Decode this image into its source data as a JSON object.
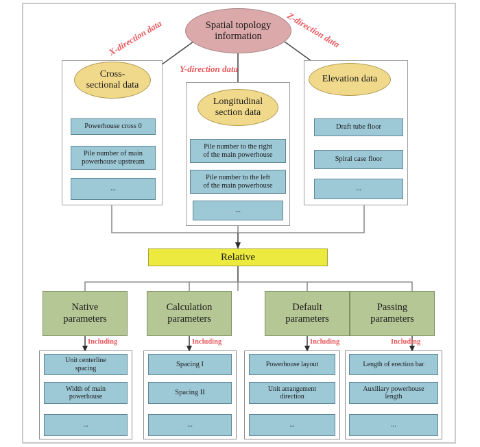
{
  "diagram": {
    "root": {
      "label": "Spatial topology\ninformation"
    },
    "edge_labels": {
      "x": "X-direction data",
      "y": "Y-direction data",
      "z": "Z-direction data",
      "including": "Including"
    },
    "relative": {
      "label": "Relative"
    },
    "columns": [
      {
        "title": "Cross-\nsectional data",
        "items": [
          "Powerhouse  cross 0",
          "Pile number  of  main\npowerhouse upstream",
          "..."
        ]
      },
      {
        "title": "Longitudinal\nsection data",
        "items": [
          "Pile number to the right\nof the main powerhouse",
          "Pile number to the left\nof the main powerhouse",
          "..."
        ]
      },
      {
        "title": "Elevation data",
        "items": [
          "Draft tube floor",
          "Spiral case floor",
          "..."
        ]
      }
    ],
    "parameters": [
      {
        "title": "Native\nparameters",
        "items": [
          "Unit centerline\nspacing",
          "Width of main\npowerhouse",
          "..."
        ]
      },
      {
        "title": "Calculation\nparameters",
        "items": [
          "Spacing I",
          "Spacing II",
          "..."
        ]
      },
      {
        "title": "Default\nparameters",
        "items": [
          "Powerhouse  layout",
          "Unit arrangement\ndirection",
          "..."
        ]
      },
      {
        "title": "Passing\nparameters",
        "items": [
          "Length of erection bar",
          "Auxiliary powerhouse\nlength",
          "..."
        ]
      }
    ],
    "colors": {
      "root_fill": "#dca9ab",
      "ellipse_fill": "#f0d98a",
      "item_fill": "#9dc8d6",
      "param_fill": "#b5c795",
      "relative_fill": "#ecea3e",
      "label_red": "#e8595e"
    }
  }
}
